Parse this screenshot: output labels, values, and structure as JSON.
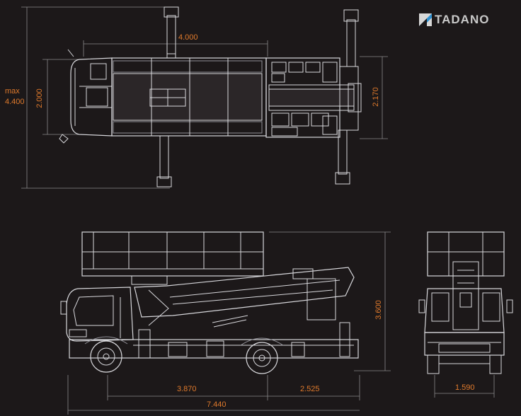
{
  "brand": {
    "name": "TADANO"
  },
  "dimensions": {
    "top_length": "4.000",
    "max_label": "max",
    "max_width": "4.400",
    "cab_width": "2.000",
    "body_width": "2.170",
    "height": "3.600",
    "wheelbase": "3.870",
    "rear_overhang": "2.525",
    "total_length": "7.440",
    "track": "1.590"
  },
  "colors": {
    "background": "#1c1819",
    "line": "#d8d8dc",
    "dimension": "#e07a2c",
    "brand_accent": "#2d8fcf"
  }
}
